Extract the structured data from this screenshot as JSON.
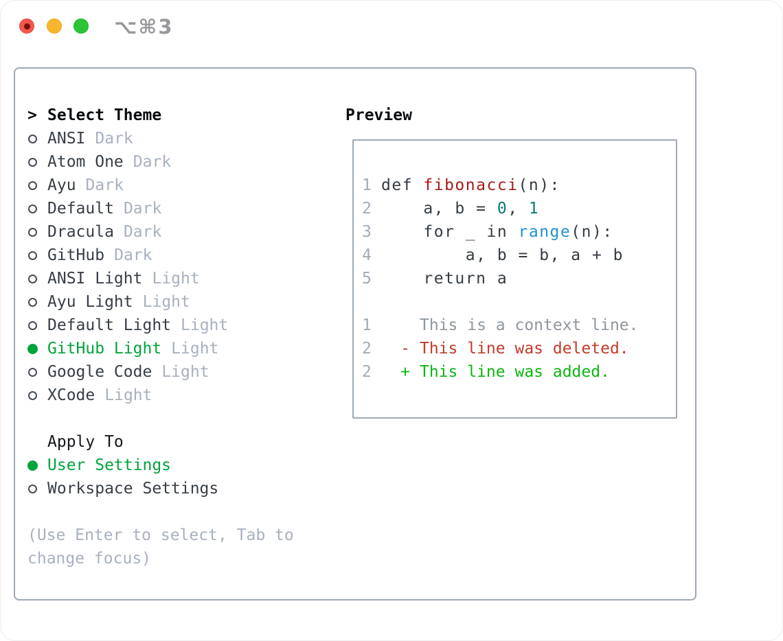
{
  "window": {
    "shortcut_label": "⌥⌘3",
    "traffic_lights": [
      "close",
      "minimize",
      "zoom"
    ]
  },
  "colors": {
    "selected_green": "#00a43c",
    "added_green": "#0cb512",
    "deleted_red": "#c23b29",
    "function_red": "#a61b1b",
    "builtin_blue": "#2191cc",
    "number_teal": "#087a72",
    "muted_gray": "#a8b1bf",
    "border_gray": "#9ea8b3",
    "traffic_red": "#f4564c",
    "traffic_yellow": "#f9b62d",
    "traffic_green": "#2bc434"
  },
  "left_panel": {
    "header_marker": ">",
    "header": "Select Theme",
    "themes": [
      {
        "name": "ANSI",
        "tag": "Dark",
        "selected": false
      },
      {
        "name": "Atom One",
        "tag": "Dark",
        "selected": false
      },
      {
        "name": "Ayu",
        "tag": "Dark",
        "selected": false
      },
      {
        "name": "Default",
        "tag": "Dark",
        "selected": false
      },
      {
        "name": "Dracula",
        "tag": "Dark",
        "selected": false
      },
      {
        "name": "GitHub",
        "tag": "Dark",
        "selected": false
      },
      {
        "name": "ANSI Light",
        "tag": "Light",
        "selected": false
      },
      {
        "name": "Ayu Light",
        "tag": "Light",
        "selected": false
      },
      {
        "name": "Default Light",
        "tag": "Light",
        "selected": false
      },
      {
        "name": "GitHub Light",
        "tag": "Light",
        "selected": true
      },
      {
        "name": "Google Code",
        "tag": "Light",
        "selected": false
      },
      {
        "name": "XCode",
        "tag": "Light",
        "selected": false
      }
    ],
    "apply_to": {
      "header": "Apply To",
      "options": [
        {
          "label": "User Settings",
          "selected": true
        },
        {
          "label": "Workspace Settings",
          "selected": false
        }
      ]
    },
    "help_text": "(Use Enter to select, Tab to change focus)"
  },
  "preview": {
    "header": "Preview",
    "code": {
      "language": "python",
      "lines": [
        {
          "number": "1",
          "tokens": [
            {
              "text": "def ",
              "type": "keyword"
            },
            {
              "text": "fibonacci",
              "type": "function"
            },
            {
              "text": "(n):",
              "type": "plain"
            }
          ]
        },
        {
          "number": "2",
          "tokens": [
            {
              "text": "    a, b = ",
              "type": "plain"
            },
            {
              "text": "0",
              "type": "number"
            },
            {
              "text": ", ",
              "type": "plain"
            },
            {
              "text": "1",
              "type": "number"
            }
          ]
        },
        {
          "number": "3",
          "tokens": [
            {
              "text": "    for _ in ",
              "type": "plain"
            },
            {
              "text": "range",
              "type": "builtin"
            },
            {
              "text": "(n):",
              "type": "plain"
            }
          ]
        },
        {
          "number": "4",
          "tokens": [
            {
              "text": "        a, b = b, a + b",
              "type": "plain"
            }
          ]
        },
        {
          "number": "5",
          "tokens": [
            {
              "text": "    return a",
              "type": "plain"
            }
          ]
        }
      ]
    },
    "diff": {
      "lines": [
        {
          "number": "1",
          "marker": " ",
          "text": "This is a context line.",
          "type": "context"
        },
        {
          "number": "2",
          "marker": "-",
          "text": "This line was deleted.",
          "type": "deleted"
        },
        {
          "number": "2",
          "marker": "+",
          "text": "This line was added.",
          "type": "added"
        }
      ]
    }
  }
}
